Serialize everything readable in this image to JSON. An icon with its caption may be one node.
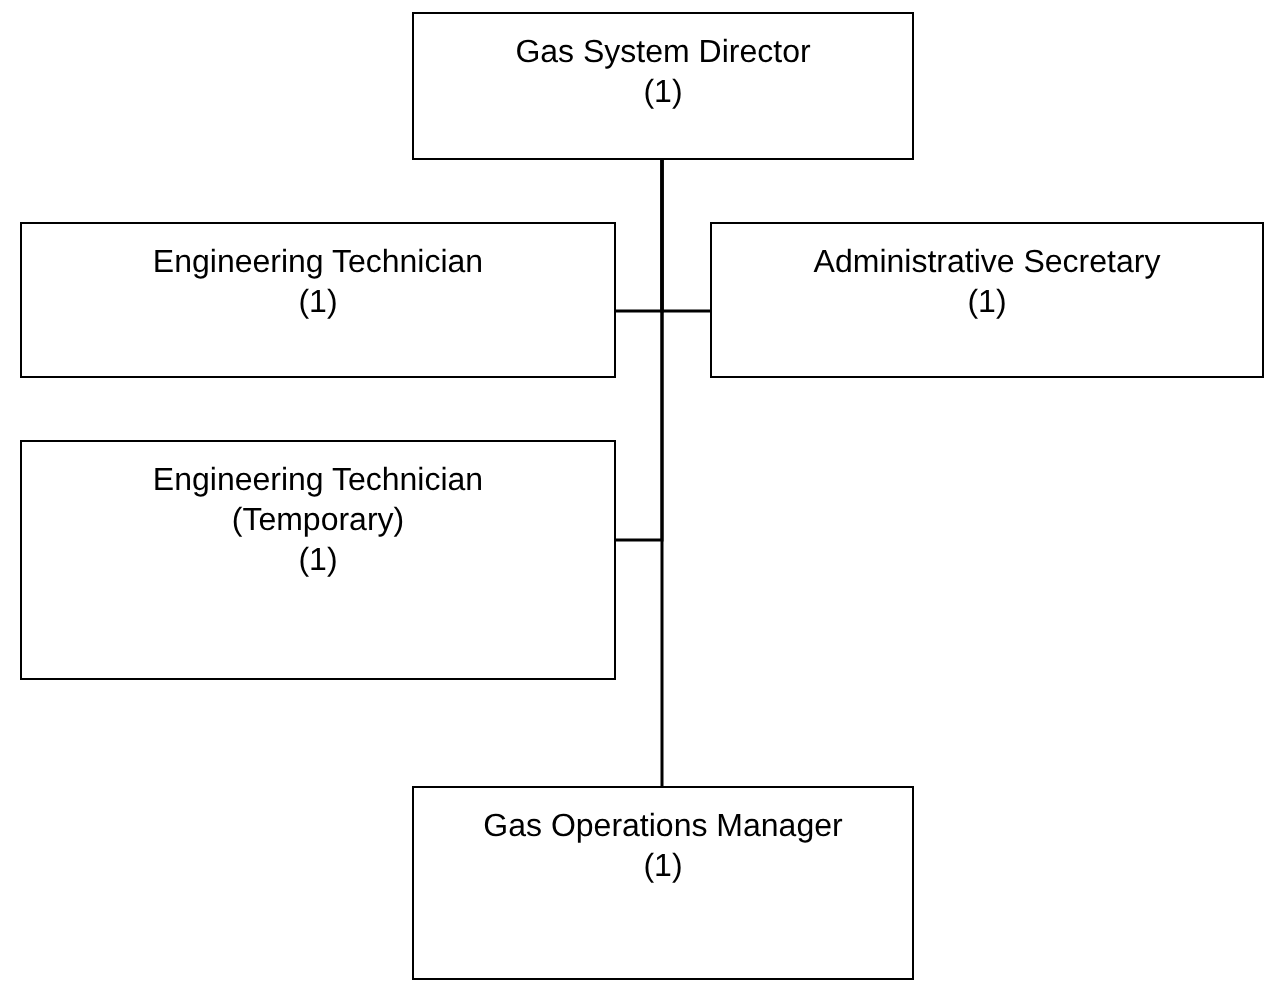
{
  "diagram": {
    "nodes": [
      {
        "text": [
          "Gas System Director",
          "(1)"
        ]
      },
      {
        "text": [
          "Engineering Technician",
          "(1)"
        ]
      },
      {
        "text": [
          "Administrative Secretary",
          "(1)"
        ]
      },
      {
        "text": [
          "Engineering Technician (Temporary)",
          "(1)"
        ]
      },
      {
        "text": [
          "Gas Operations Manager",
          "(1)"
        ]
      }
    ],
    "edges": [
      {
        "from": 0,
        "to": 1,
        "arrow": "none"
      },
      {
        "from": 0,
        "to": 2,
        "arrow": "none"
      },
      {
        "from": 0,
        "to": 3,
        "arrow": "none"
      },
      {
        "from": 0,
        "to": 4,
        "arrow": "none"
      }
    ]
  }
}
